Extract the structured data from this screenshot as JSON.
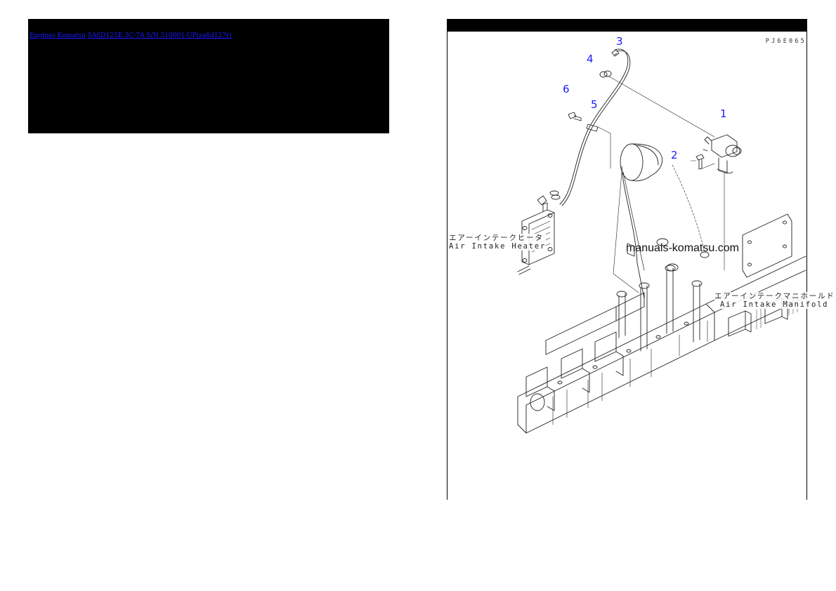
{
  "breadcrumb": {
    "items": [
      {
        "label": "Engines Komatsu"
      },
      {
        "label": "SA6D125E-3C-7A S/N 310001-UP(sa6d127r)"
      }
    ]
  },
  "diagram": {
    "code": "PJ6E065",
    "watermark": "manuals-komatsu.com",
    "callouts": [
      {
        "number": "1"
      },
      {
        "number": "2"
      },
      {
        "number": "3"
      },
      {
        "number": "4"
      },
      {
        "number": "5"
      },
      {
        "number": "6"
      }
    ],
    "labels": {
      "heater_jp": "エアーインテークヒータ",
      "heater_en": "Air Intake Heater",
      "manifold_jp": "エアーインテークマニホールド",
      "manifold_en": "Air Intake Manifold"
    }
  },
  "colors": {
    "link": "#1a1aff",
    "callout": "#1a1aff",
    "panel_bg": "#000000",
    "page_bg": "#ffffff"
  }
}
